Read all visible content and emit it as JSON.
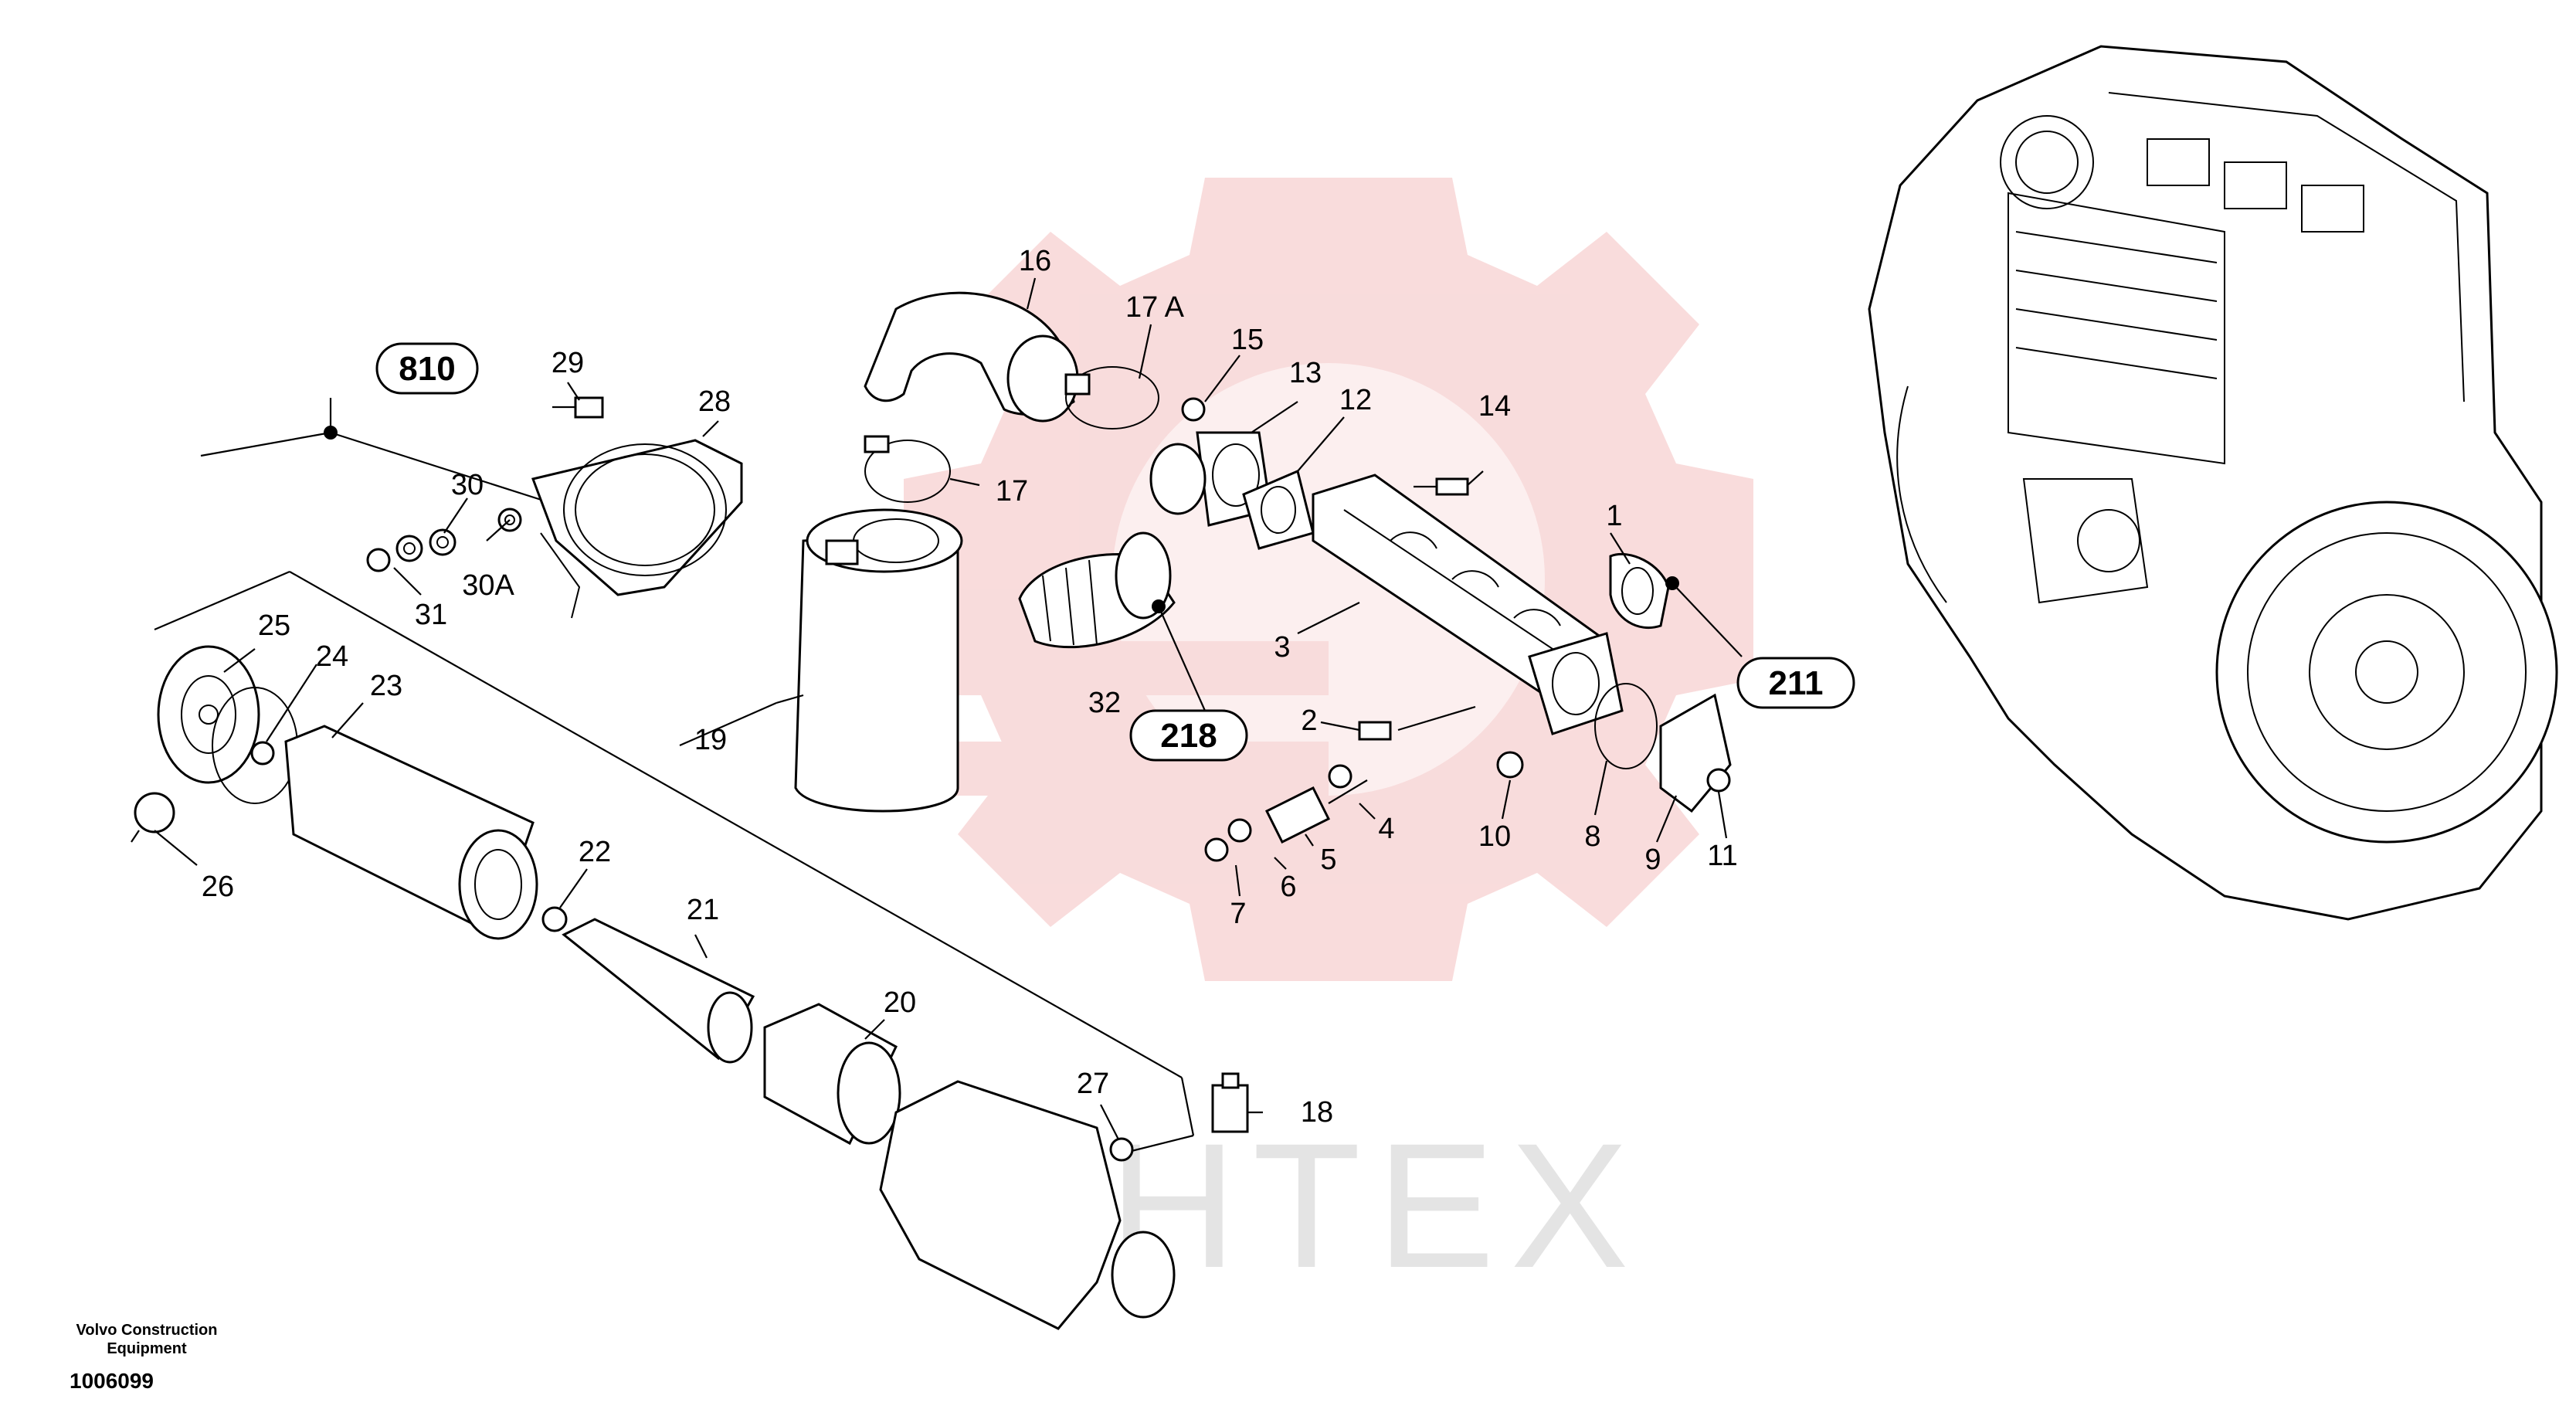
{
  "watermark": {
    "text": "ИНТЕХ",
    "color": "#f5c9c9"
  },
  "footer": {
    "brand_line1": "Volvo Construction",
    "brand_line2": "Equipment",
    "doc_number": "1006099"
  },
  "reference_labels": [
    {
      "id": "ref-810",
      "text": "810"
    },
    {
      "id": "ref-218",
      "text": "218"
    },
    {
      "id": "ref-211",
      "text": "211"
    }
  ],
  "callouts": [
    {
      "id": "c1",
      "text": "1"
    },
    {
      "id": "c2",
      "text": "2"
    },
    {
      "id": "c3",
      "text": "3"
    },
    {
      "id": "c4",
      "text": "4"
    },
    {
      "id": "c5",
      "text": "5"
    },
    {
      "id": "c6",
      "text": "6"
    },
    {
      "id": "c7",
      "text": "7"
    },
    {
      "id": "c8",
      "text": "8"
    },
    {
      "id": "c9",
      "text": "9"
    },
    {
      "id": "c10",
      "text": "10"
    },
    {
      "id": "c11",
      "text": "11"
    },
    {
      "id": "c12",
      "text": "12"
    },
    {
      "id": "c13",
      "text": "13"
    },
    {
      "id": "c14",
      "text": "14"
    },
    {
      "id": "c15",
      "text": "15"
    },
    {
      "id": "c16",
      "text": "16"
    },
    {
      "id": "c17",
      "text": "17"
    },
    {
      "id": "c17a",
      "text": "17 A"
    },
    {
      "id": "c18",
      "text": "18"
    },
    {
      "id": "c19",
      "text": "19"
    },
    {
      "id": "c20",
      "text": "20"
    },
    {
      "id": "c21",
      "text": "21"
    },
    {
      "id": "c22",
      "text": "22"
    },
    {
      "id": "c23",
      "text": "23"
    },
    {
      "id": "c24",
      "text": "24"
    },
    {
      "id": "c25",
      "text": "25"
    },
    {
      "id": "c26",
      "text": "26"
    },
    {
      "id": "c27",
      "text": "27"
    },
    {
      "id": "c28",
      "text": "28"
    },
    {
      "id": "c29",
      "text": "29"
    },
    {
      "id": "c30",
      "text": "30"
    },
    {
      "id": "c30a",
      "text": "30A"
    },
    {
      "id": "c31",
      "text": "31"
    },
    {
      "id": "c32",
      "text": "32"
    }
  ]
}
